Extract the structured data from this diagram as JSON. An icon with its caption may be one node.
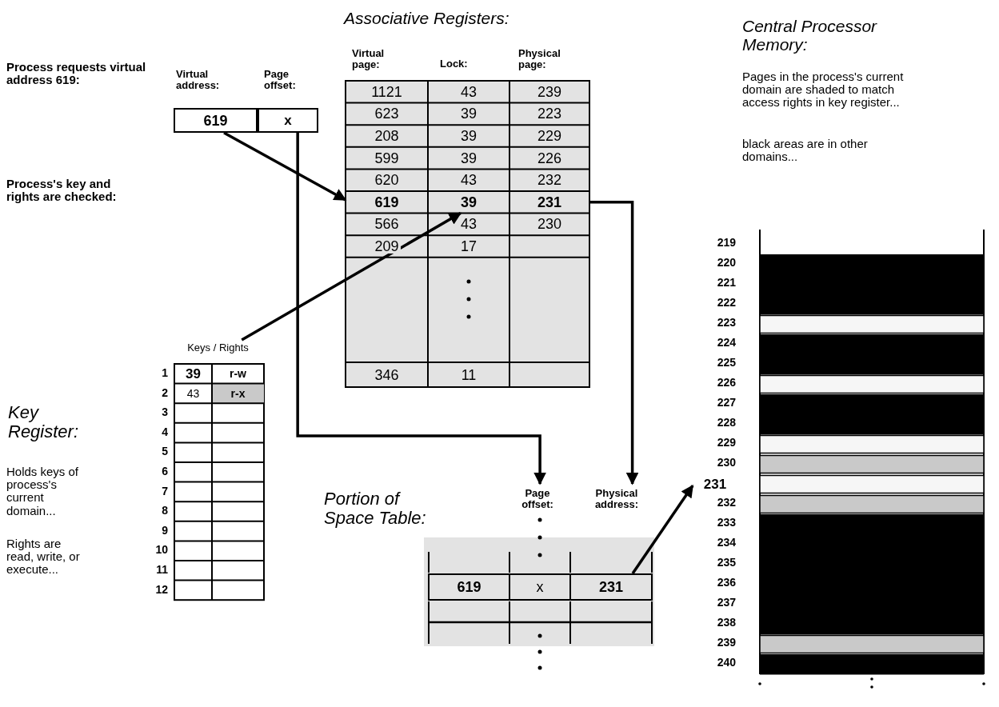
{
  "diagram": {
    "nodes": [
      {
        "text": [
          "619"
        ],
        "beside": [
          "Virtual address:"
        ]
      },
      {
        "text": [
          "x"
        ],
        "beside": [
          "Page offset:"
        ]
      },
      {
        "text": [
          "Associative Registers:",
          "Virtual page:",
          "Lock:",
          "Physical page:"
        ]
      },
      {
        "text": [
          "1121"
        ],
        "in": 2
      },
      {
        "text": [
          "43"
        ],
        "in": 2
      },
      {
        "text": [
          "239"
        ],
        "in": 2
      },
      {
        "text": [
          "623"
        ],
        "in": 2
      },
      {
        "text": [
          "39"
        ],
        "in": 2
      },
      {
        "text": [
          "223"
        ],
        "in": 2
      },
      {
        "text": [
          "208"
        ],
        "in": 2
      },
      {
        "text": [
          "39"
        ],
        "in": 2
      },
      {
        "text": [
          "229"
        ],
        "in": 2
      },
      {
        "text": [
          "599"
        ],
        "in": 2
      },
      {
        "text": [
          "39"
        ],
        "in": 2
      },
      {
        "text": [
          "226"
        ],
        "in": 2
      },
      {
        "text": [
          "620"
        ],
        "in": 2
      },
      {
        "text": [
          "43"
        ],
        "in": 2
      },
      {
        "text": [
          "232"
        ],
        "in": 2
      },
      {
        "text": [
          "619"
        ],
        "in": 2
      },
      {
        "text": [
          "39"
        ],
        "in": 2
      },
      {
        "text": [
          "231"
        ],
        "in": 2
      },
      {
        "text": [
          "566"
        ],
        "in": 2
      },
      {
        "text": [
          "43"
        ],
        "in": 2
      },
      {
        "text": [
          "230"
        ],
        "in": 2
      },
      {
        "text": [
          "209"
        ],
        "in": 2
      },
      {
        "text": [
          "17"
        ],
        "in": 2
      },
      {
        "text": [
          "346"
        ],
        "in": 2
      },
      {
        "text": [
          "11"
        ],
        "in": 2
      },
      {
        "text": [
          "Keys / Rights"
        ],
        "beside": [
          "Key Register:",
          "Holds keys of process's current domain...",
          "Rights are read, write, or execute..."
        ]
      },
      {
        "text": [
          "39"
        ],
        "in": 28
      },
      {
        "text": [
          "r-w"
        ],
        "in": 28
      },
      {
        "text": [
          "43"
        ],
        "in": 28
      },
      {
        "text": [
          "r-x"
        ],
        "in": 28
      },
      {
        "text": [
          "Portion of Space Table:",
          "Page offset:",
          "Physical address:"
        ]
      },
      {
        "text": [
          "619"
        ],
        "in": 33
      },
      {
        "text": [
          "x"
        ],
        "in": 33
      },
      {
        "text": [
          "231"
        ],
        "in": 33
      },
      {
        "text": [
          "Central Processor Memory:",
          "Pages in the process's current domain are shaded to match access rights in key register...",
          "black areas are in other domains..."
        ],
        "beside": [
          "219",
          "220",
          "221",
          "222",
          "223",
          "224",
          "225",
          "226",
          "227",
          "228",
          "229",
          "230",
          "232",
          "233",
          "234",
          "235",
          "236",
          "237",
          "238",
          "239",
          "240"
        ]
      },
      {
        "text": [
          "231"
        ]
      }
    ],
    "edges": [
      {
        "from": 0,
        "to": 18,
        "arrow": "to"
      },
      {
        "from": 28,
        "to": 19,
        "arrow": "to"
      },
      {
        "from": 1,
        "to": 33,
        "arrow": "to"
      },
      {
        "from": 20,
        "to": 33,
        "arrow": "to"
      },
      {
        "from": 36,
        "to": 38,
        "arrow": "to"
      }
    ],
    "labels": [
      "Process requests virtual address 619:",
      "Process's key and rights are checked:",
      "1",
      "2",
      "3",
      "4",
      "5",
      "6",
      "7",
      "8",
      "9",
      "10",
      "11",
      "12"
    ]
  }
}
